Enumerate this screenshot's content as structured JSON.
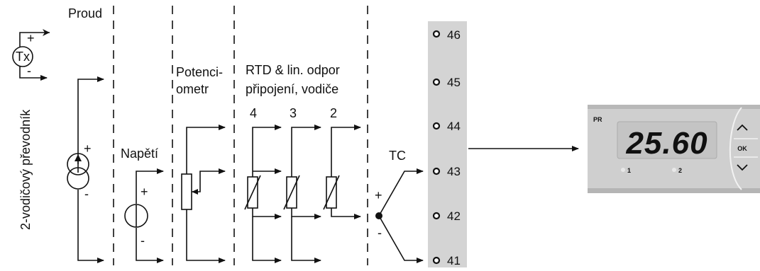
{
  "sections": {
    "current": "Proud",
    "voltage": "Napětí",
    "pot_line1": "Potenci-",
    "pot_line2": "ometr",
    "rtd_line1": "RTD & lin. odpor",
    "rtd_line2": "připojení, vodiče",
    "tc": "TC"
  },
  "transmitter": {
    "symbol": "Tx",
    "side_label": "2-vodičový převodník"
  },
  "wires_counts": [
    "4",
    "3",
    "2"
  ],
  "terminals": [
    "46",
    "45",
    "44",
    "43",
    "42",
    "41"
  ],
  "polarity": {
    "plus": "+",
    "minus": "-"
  },
  "display": {
    "brand": "PR",
    "value": "25.60",
    "led1": "1",
    "led2": "2",
    "ok_label": "OK",
    "up_icon": "chevron-up-icon",
    "down_icon": "chevron-down-icon"
  },
  "colors": {
    "terminal_strip": "#d4d4d4",
    "device_body": "#cfcfcf",
    "lcd_bg": "#c4c4c4"
  }
}
